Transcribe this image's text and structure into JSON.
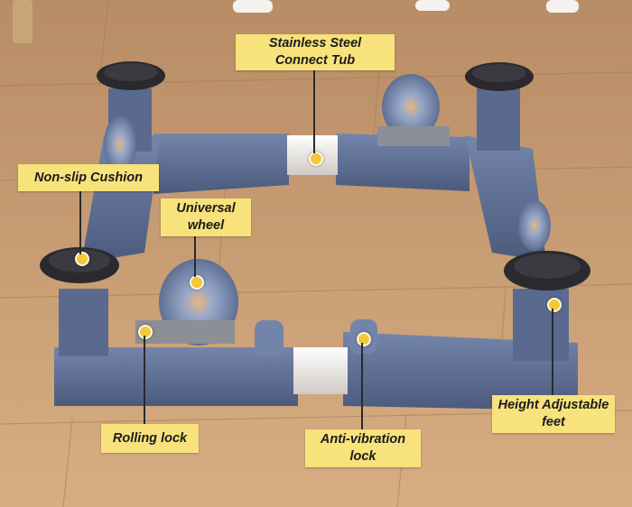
{
  "callouts": {
    "stainless": "Stainless Steel\nConnect Tub",
    "nonslip": "Non-slip Cushion",
    "wheel": "Universal\nwheel",
    "rolling": "Rolling lock",
    "antivib": "Anti-vibration\nlock",
    "height": "Height Adjustable\nfeet"
  },
  "colors": {
    "label_bg": "#f7e27c",
    "floor": "#c99c72",
    "frame": "#5c6d93",
    "tube": "#e9e6e3",
    "wheel": "#8a9bbd",
    "cushion": "#2a2a2e"
  }
}
